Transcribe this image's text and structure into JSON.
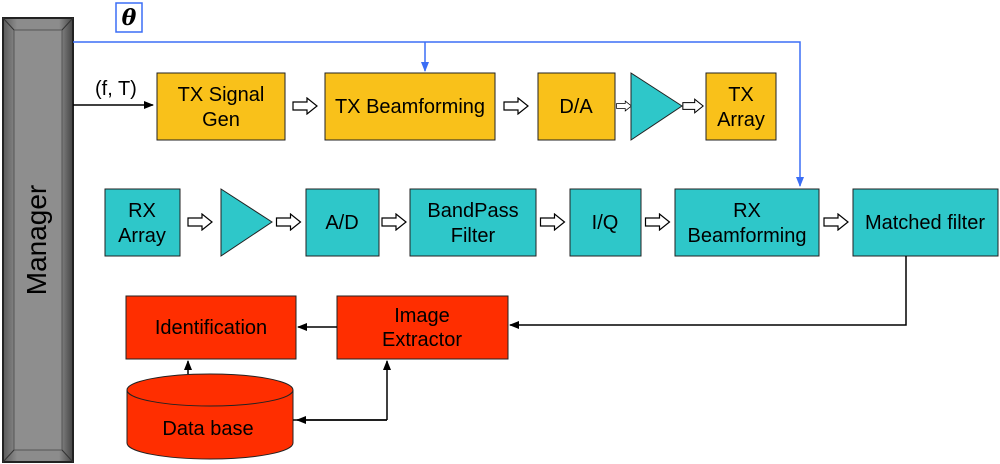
{
  "manager": {
    "label": "Manager"
  },
  "theta": {
    "label": "θ"
  },
  "input": {
    "label": "(f, T)"
  },
  "tx_chain": {
    "signal_gen": [
      "TX Signal",
      "Gen"
    ],
    "beamforming": "TX Beamforming",
    "da": "D/A",
    "array": [
      "TX",
      "Array"
    ]
  },
  "rx_chain": {
    "array": [
      "RX",
      "Array"
    ],
    "ad": "A/D",
    "bandpass": [
      "BandPass",
      "Filter"
    ],
    "iq": "I/Q",
    "beamforming": [
      "RX",
      "Beamforming"
    ],
    "matched": "Matched filter"
  },
  "processing": {
    "identification": "Identification",
    "extractor": [
      "Image",
      "Extractor"
    ],
    "database": "Data base"
  },
  "colors": {
    "tx": "#f9c11a",
    "rx": "#2ec7c9",
    "proc": "#ff2e00",
    "control_line": "#3b6ef5"
  }
}
